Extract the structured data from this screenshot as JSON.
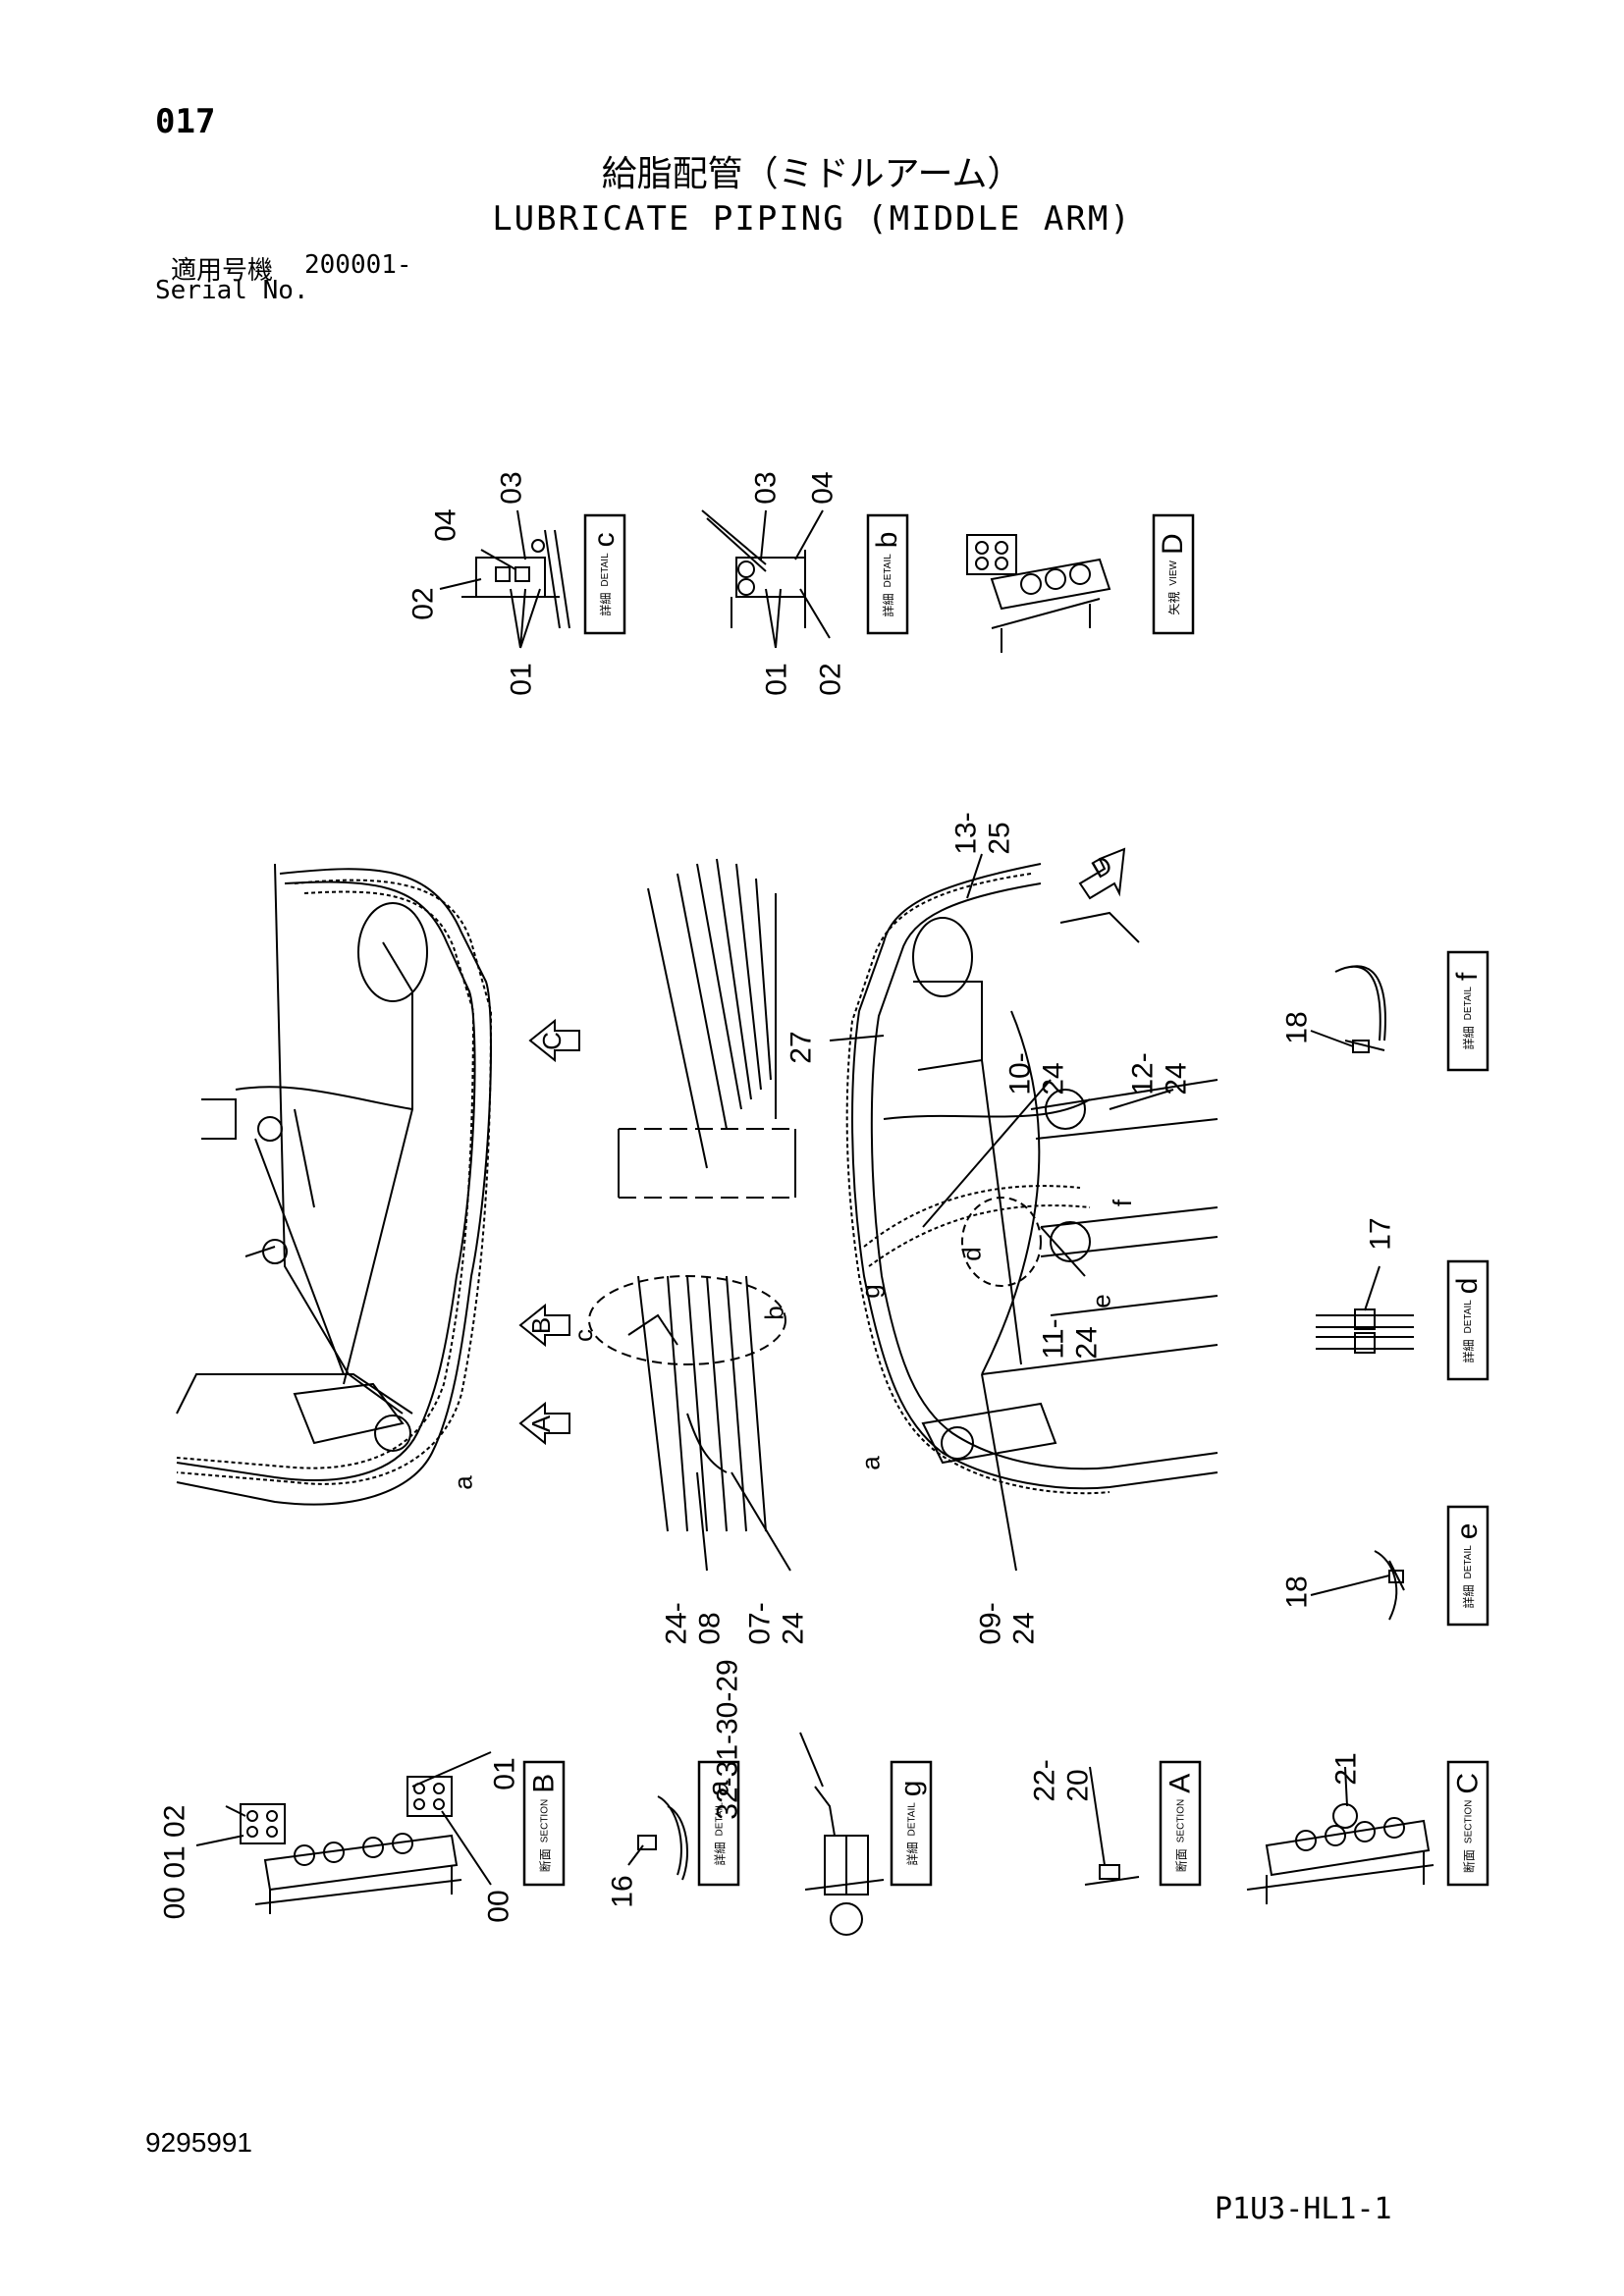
{
  "header": {
    "page_number": "017",
    "title_jp": "給脂配管（ミドルアーム）",
    "title_en": "LUBRICATE PIPING (MIDDLE ARM)",
    "serial_label_jp": "適用号機",
    "serial_value": "200001-",
    "serial_label_en": "Serial No."
  },
  "footer": {
    "doc_number": "9295991",
    "sheet_code": "P1U3-HL1-1"
  },
  "view_labels": {
    "detail_c": {
      "jp": "詳細",
      "en": "DETAIL",
      "letter": "c"
    },
    "detail_b": {
      "jp": "詳細",
      "en": "DETAIL",
      "letter": "b"
    },
    "view_D": {
      "jp": "矢視",
      "en": "VIEW",
      "letter": "D"
    },
    "detail_f": {
      "jp": "詳細",
      "en": "DETAIL",
      "letter": "f"
    },
    "detail_d": {
      "jp": "詳細",
      "en": "DETAIL",
      "letter": "d"
    },
    "detail_e": {
      "jp": "詳細",
      "en": "DETAIL",
      "letter": "e"
    },
    "section_B": {
      "jp": "断面",
      "en": "SECTION",
      "letter": "B"
    },
    "detail_a": {
      "jp": "詳細",
      "en": "DETAIL",
      "letter": "a"
    },
    "detail_g": {
      "jp": "詳細",
      "en": "DETAIL",
      "letter": "g"
    },
    "section_A": {
      "jp": "断面",
      "en": "SECTION",
      "letter": "A"
    },
    "section_C": {
      "jp": "断面",
      "en": "SECTION",
      "letter": "C"
    }
  },
  "callouts": {
    "c_03": "03",
    "c_04": "04",
    "c_02": "02",
    "c_01": "01",
    "b_03": "03",
    "b_04": "04",
    "b_01": "01",
    "b_02": "02",
    "m_13_25": "13-25",
    "m_27": "27",
    "m_10_24": "10-24",
    "m_12_24": "12-24",
    "m_11_24": "11-24",
    "m_24_08": "24-08",
    "m_07_24": "07-24",
    "m_09_24": "09-24",
    "f_18": "18",
    "d_17": "17",
    "e_18": "18",
    "B_01": "01",
    "B_00_01_02": "00 01 02",
    "B_00": "00",
    "a_32_29": "32-31-30-29",
    "a_16": "16",
    "A_22_20": "22-20",
    "C_21": "21"
  },
  "markers": {
    "C": "C",
    "B": "B",
    "A": "A",
    "D": "D",
    "a_left": "a",
    "a_right": "a",
    "b": "b",
    "c": "c",
    "d": "d",
    "e": "e",
    "f": "f",
    "g": "g"
  }
}
